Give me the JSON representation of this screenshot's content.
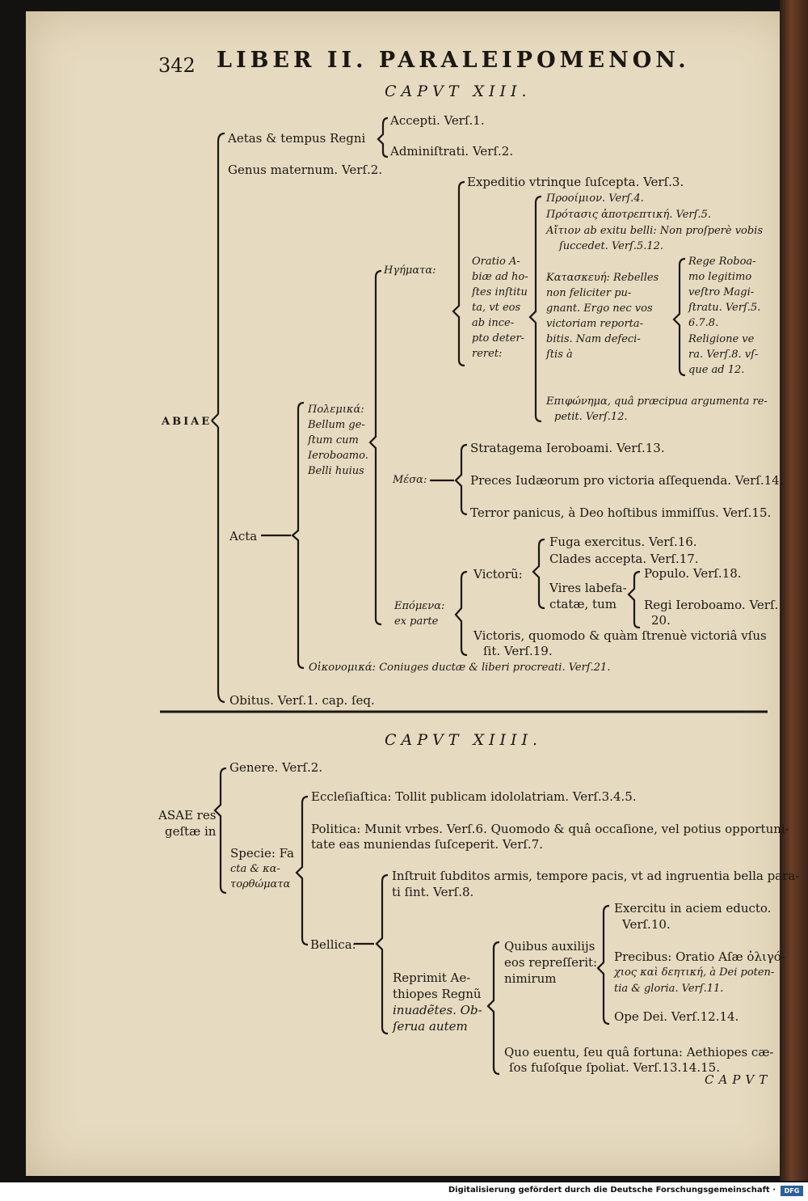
{
  "page_number": "342",
  "running_head": "LIBER II. PARALEIPOMENON.",
  "chapter1": {
    "title": "CAPVT XIII.",
    "root": "ABIAE",
    "aetas": "Aetas & tempus Regni",
    "accepti": "Accepti. Verſ.1.",
    "administrati": "Adminiſtrati. Verſ.2.",
    "genus": "Genus maternum. Verſ.2.",
    "expeditio": "Expeditio vtrinque ſuſcepta. Verſ.3.",
    "proemium": "Προοίμιον. Verſ.4.",
    "protasis": "Πρότασις ἀποτρεπτική. Verſ.5.",
    "aition1": "Αἴτιον ab exitu belli: Non proſperè vobis",
    "aition2": "ſuccedet. Verſ.5.12.",
    "hegemata": "Ηγήματα:",
    "oratio": [
      "Oratio A-",
      "biæ ad ho-",
      "ſtes inſtitu",
      "ta, vt eos",
      "ab ince-",
      "pto deter-",
      "reret:"
    ],
    "kataskeue": [
      "Κατασκευή: Rebelles",
      "non feliciter pu-",
      "gnant. Ergo nec vos",
      "victoriam reporta-",
      "bitis. Nam defeci-",
      "ſtis à"
    ],
    "rege": [
      "Rege Roboa-",
      "mo legitimo",
      "veſtro Magi-",
      "ſtratu. Verſ.5.",
      "6.7.8."
    ],
    "religione": [
      "Religione ve",
      "ra. Verſ.8. vſ-",
      "que ad 12."
    ],
    "epiphonema1": "Επιφώνημα, quâ præcipua argumenta re-",
    "epiphonema2": "petit. Verſ.12.",
    "polemika": [
      "Πολεμικά:",
      "Bellum ge-",
      "ſtum cum",
      "Ieroboamo.",
      "Belli huius"
    ],
    "mesa": "Μέσα:",
    "stratagema": "Stratagema Ieroboami. Verſ.13.",
    "preces": "Preces Iudæorum pro victoria aſſequenda. Verſ.14.",
    "terror": "Terror panicus, à Deo hoſtibus immiſſus. Verſ.15.",
    "acta": "Acta",
    "victoru": "Victorũ:",
    "fuga": "Fuga exercitus. Verſ.16.",
    "clades": "Clades accepta. Verſ.17.",
    "vires1": "Vires labefa-",
    "vires2": "ctatæ, tum",
    "populo": "Populo. Verſ.18.",
    "regi": "Regi Ieroboamo. Verſ.",
    "regi2": "20.",
    "epomena": [
      "Επόμενα:",
      "ex parte"
    ],
    "victoris1": "Victoris, quomodo & quàm ſtrenuè victoriâ vſus",
    "victoris2": "ſit. Verſ.19.",
    "oikonomika": "Οἰκονομικά: Coniuges ductæ & liberi procreati. Verſ.21.",
    "obitus": "Obitus. Verſ.1. cap. ſeq."
  },
  "chapter2": {
    "title": "CAPVT XIIII.",
    "root": [
      "ASAE res",
      "geſtæ in"
    ],
    "genere": "Genere. Verſ.2.",
    "ecclesiastica": "Eccleſiaſtica: Tollit publicam idololatriam. Verſ.3.4.5.",
    "politica1": "Politica: Munit vrbes. Verſ.6. Quomodo & quâ occaſione, vel potius opportuni-",
    "politica2": "tate eas muniendas ſuſceperit. Verſ.7.",
    "specie": [
      "Specie: Fa",
      "cta & κα-",
      "τορθώματα"
    ],
    "instruit1": "Inſtruit ſubditos armis, tempore pacis, vt ad ingruentia bella para-",
    "instruit2": "ti ſint. Verſ.8.",
    "bellica": "Bellica:",
    "reprimit": [
      "Reprimit Ae-",
      "thiopes Regnũ",
      "inuadẽtes. Ob-",
      "ſerua autem"
    ],
    "quibus": [
      "Quibus auxilijs",
      "eos repreſſerit:",
      "nimirum"
    ],
    "exercitu1": "Exercitu in aciem educto.",
    "exercitu2": "Verſ.10.",
    "precibus": [
      "Precibus: Oratio Aſæ ὀλιγό-",
      "χιος καὶ δεητική, à Dei poten-",
      "tia & gloria. Verſ.11."
    ],
    "ope": "Ope Dei. Verſ.12.14.",
    "quo1": "Quo euentu, ſeu quâ fortuna: Aethiopes cæ-",
    "quo2": "ſos fuſoſque ſpoliat. Verſ.13.14.15."
  },
  "catchword": "CAPVT",
  "footer": "Digitalisierung gefördert durch die Deutsche Forschungsgemeinschaft ·",
  "footer_logo": "DFG"
}
